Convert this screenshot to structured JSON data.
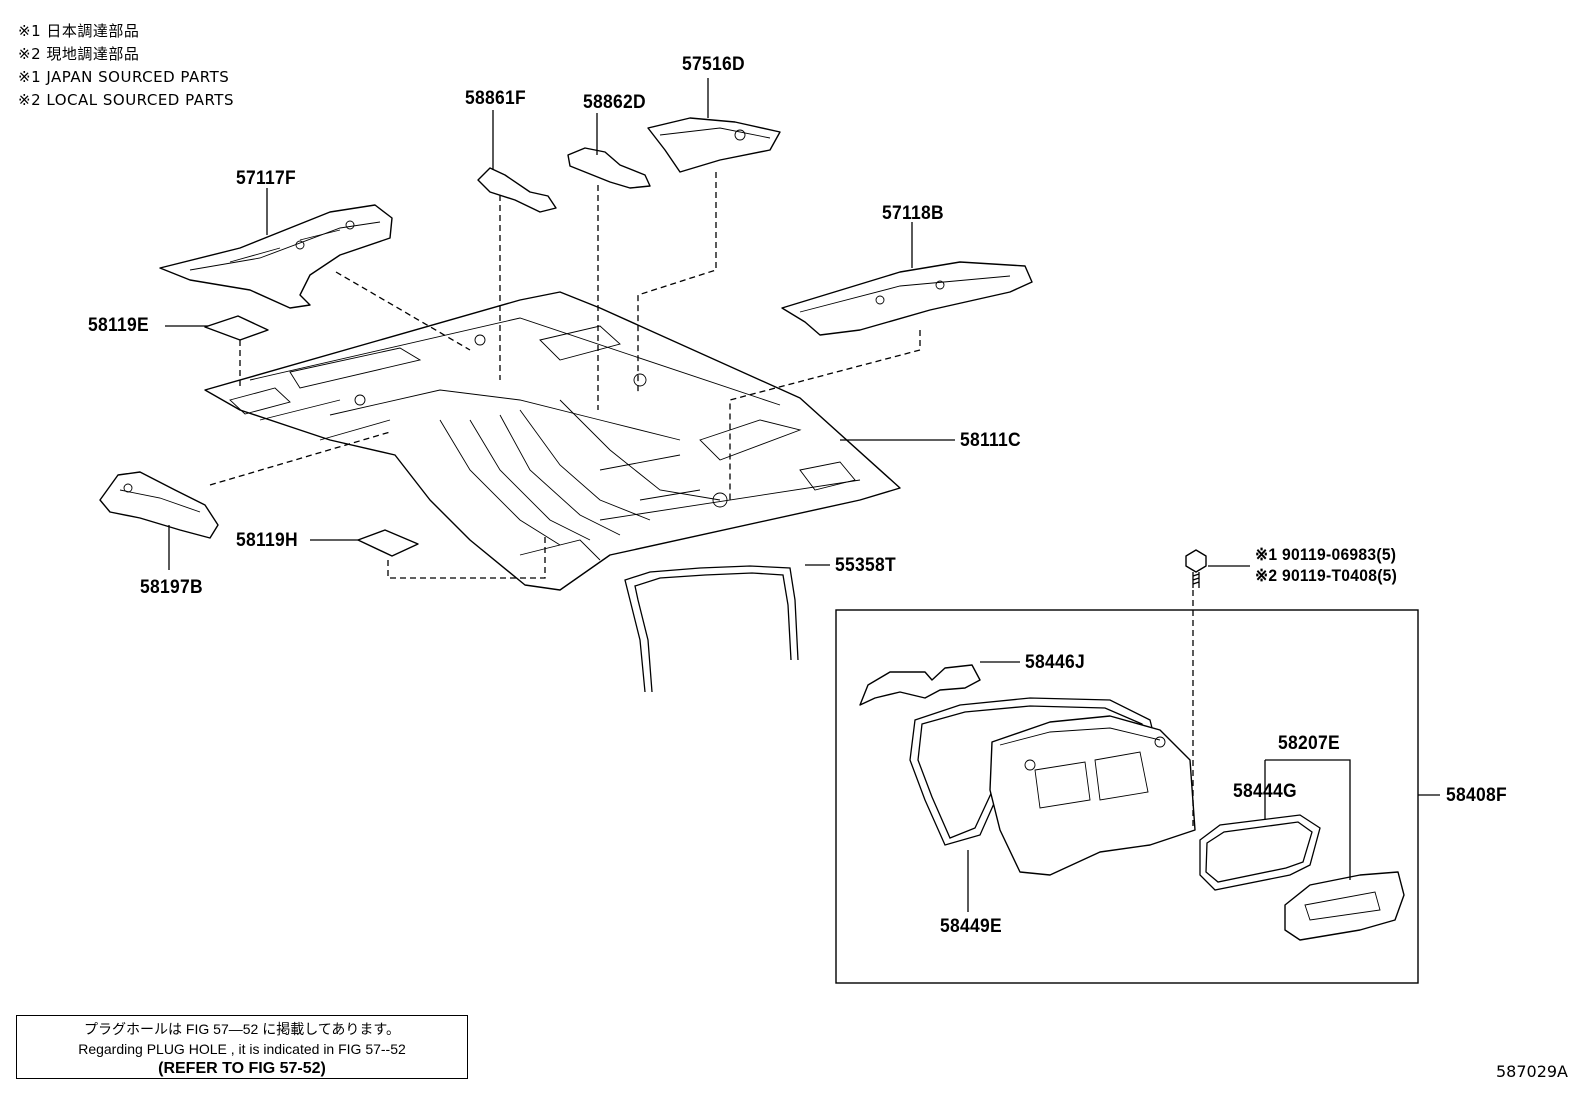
{
  "legend": [
    "※1 日本調達部品",
    "※2 現地調達部品",
    "※1 JAPAN SOURCED PARTS",
    "※2 LOCAL SOURCED PARTS"
  ],
  "parts": {
    "p57516D": "57516D",
    "p58861F": "58861F",
    "p58862D": "58862D",
    "p57117F": "57117F",
    "p57118B": "57118B",
    "p58119E": "58119E",
    "p58111C": "58111C",
    "p58197B": "58197B",
    "p58119H": "58119H",
    "p55358T": "55358T",
    "bolt1": "※1 90119-06983(5)",
    "bolt2": "※2 90119-T0408(5)",
    "p58446J": "58446J",
    "p58207E": "58207E",
    "p58444G": "58444G",
    "p58408F": "58408F",
    "p58449E": "58449E"
  },
  "note": {
    "line1": "プラグホールは FIG  57―52 に掲載してあります。",
    "line2": "Regarding  PLUG  HOLE , it is indicated in FIG  57--52",
    "line3": "(REFER TO FIG 57-52)"
  },
  "figure_number": "587029A"
}
